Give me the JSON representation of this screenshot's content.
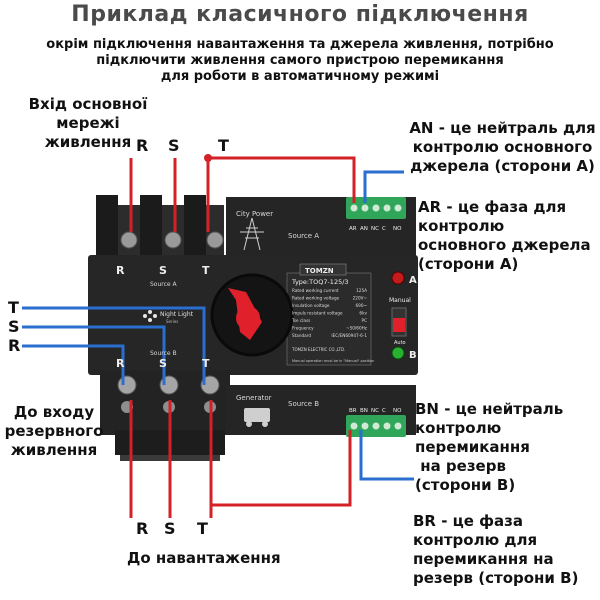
{
  "title": "Приклад класичного підключення",
  "subtitle": [
    "окрім підключення навантаження та джерела живлення, потрібно",
    "підключити живлення самого пристрою перемикання",
    "для роботи в автоматичному режимі"
  ],
  "labels": {
    "main_input": [
      "Вхід основної",
      "мережі живлення"
    ],
    "backup_input": [
      "До входу",
      "резервного",
      "живлення"
    ],
    "load": "До навантаження",
    "an": [
      "AN - це нейтраль для",
      "контролю основного",
      "джерела (сторони А)"
    ],
    "ar": [
      "AR - це фаза для",
      "контролю",
      "основного джерела",
      "(сторони А)"
    ],
    "bn": [
      "BN - це нейтраль",
      "контролю",
      "перемикання",
      " на резерв",
      "(сторони В)"
    ],
    "br": [
      "BR - це фаза",
      "контролю для",
      "перемикання на",
      "резерв (сторони В)"
    ]
  },
  "phases": {
    "r": "R",
    "s": "S",
    "t": "T"
  },
  "device": {
    "city_power": "City Power",
    "source_a": "Source A",
    "source_a_small": "Source A",
    "generator": "Generator",
    "source_b": "Source B",
    "source_b_small": "Source B",
    "brand": "TOMZN",
    "type": "Type:TOQ7-125/3",
    "night_light": "Night Light",
    "night_light_sub": "Series",
    "specs": [
      [
        "Rated working current",
        "125A"
      ],
      [
        "Rated working voltage",
        "220V~"
      ],
      [
        "Insulation voltage",
        "690~"
      ],
      [
        "Impuls resistant voltage",
        "6kv"
      ],
      [
        "Tse class",
        "PC"
      ],
      [
        "Frequency",
        "~50/60Hz"
      ],
      [
        "Standard",
        "IEC/EN60947-6-1"
      ]
    ],
    "manufacturer": "TOMZN ELECTRIC CO.,LTD.",
    "notice": "Manual operation must be in \"Manual\" position",
    "a": "A",
    "b": "B",
    "manual": "Manual",
    "auto": "Auto",
    "terminal_a": [
      "AR",
      "AN",
      "NC",
      "C",
      "NO"
    ],
    "terminal_b": [
      "BR",
      "BN",
      "NC",
      "C",
      "NO"
    ]
  },
  "colors": {
    "red": "#d42027",
    "blue": "#2a6fd0",
    "device": "#262626",
    "panel": "#1c1c1c"
  }
}
